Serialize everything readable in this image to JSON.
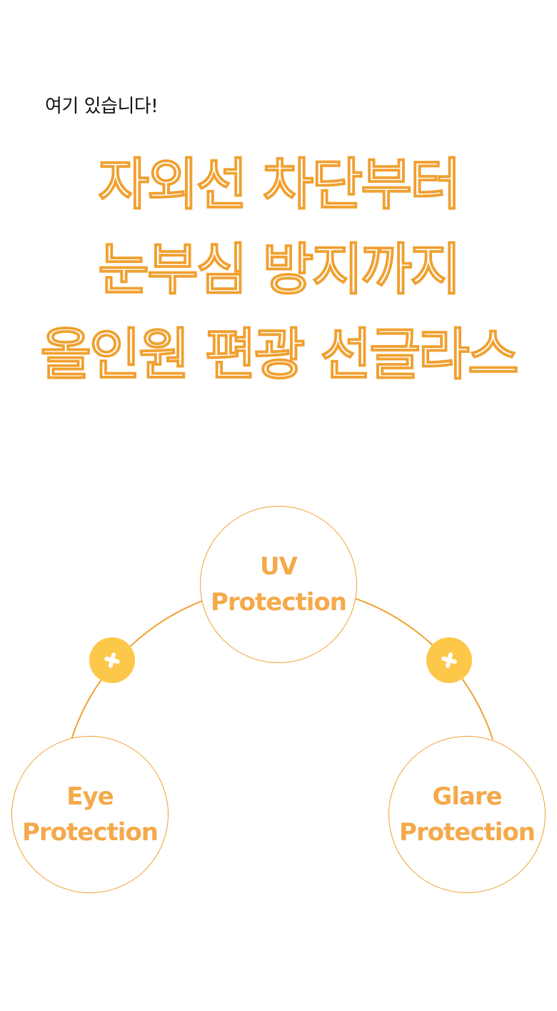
{
  "intro": "여기 있습니다!",
  "headline": {
    "lines": [
      "자외선 차단부터",
      "눈부심 방지까지",
      "올인원 편광 선글라스"
    ]
  },
  "features": {
    "top": {
      "line1": "UV",
      "line2": "Protection"
    },
    "left": {
      "line1": "Eye",
      "line2": "Protection"
    },
    "right": {
      "line1": "Glare",
      "line2": "Protection"
    }
  },
  "connectors": [
    "plus-icon",
    "plus-icon"
  ],
  "colors": {
    "accent": "#f0a030",
    "label": "#f4a94a",
    "connector": "#fdc84a",
    "text": "#111111",
    "background": "#ffffff"
  }
}
